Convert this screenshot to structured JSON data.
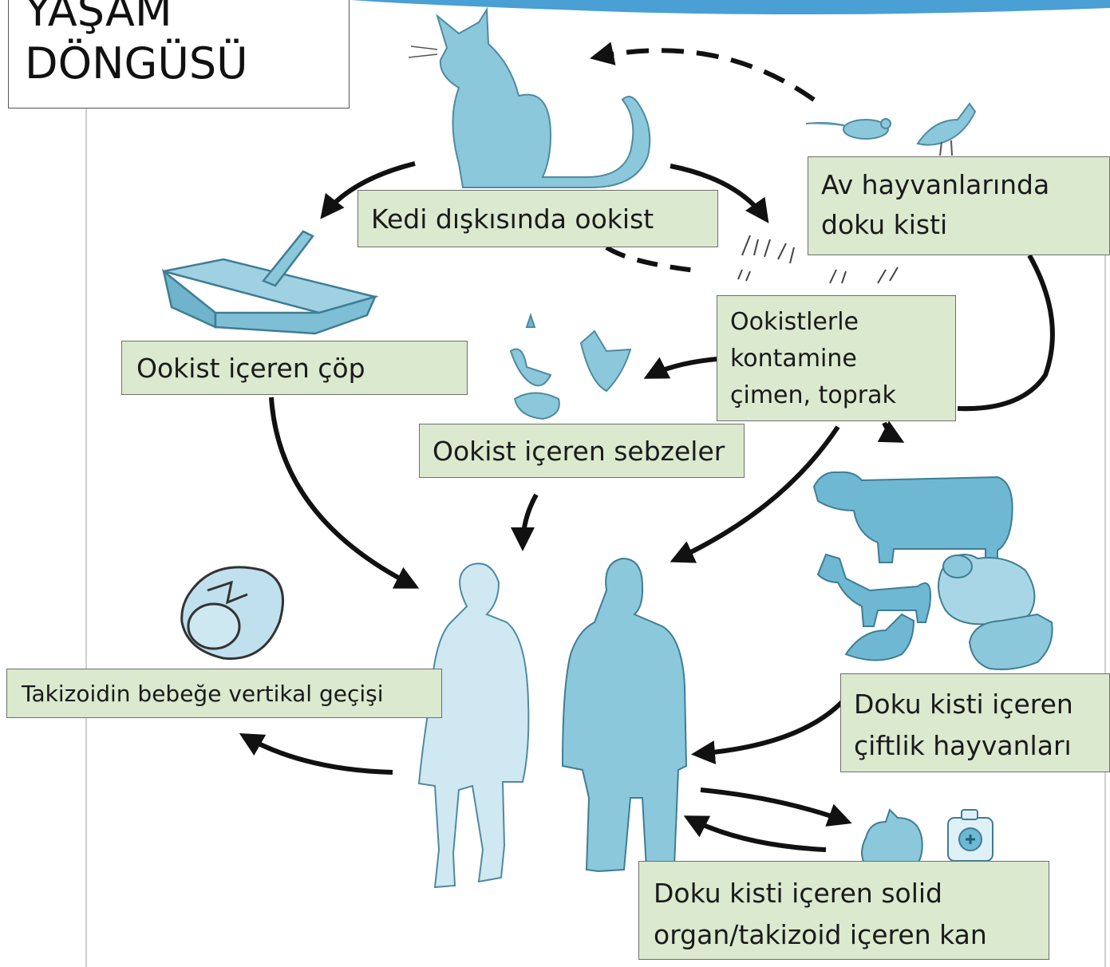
{
  "title": {
    "line1": "YAŞAM",
    "line2": "DÖNGÜSÜ"
  },
  "labels": {
    "cat_feces": "Kedi dışkısında ookist",
    "prey_line1": "Av hayvanlarında",
    "prey_line2": "doku kisti",
    "litter": "Ookist içeren çöp",
    "contaminated_line1": "Ookistlerle",
    "contaminated_line2": "kontamine",
    "contaminated_line3": "çimen, toprak",
    "vegetables": "Ookist içeren sebzeler",
    "vertical": "Takizoidin bebeğe vertikal geçişi",
    "farm_line1": "Doku kisti içeren",
    "farm_line2": "çiftlik hayvanları",
    "organ_line1": "Doku kisti içeren solid",
    "organ_line2": "organ/takizoid içeren kan"
  },
  "icons": [
    "cat-icon",
    "mouse-icon",
    "bird-icon",
    "litter-box-icon",
    "grass-icon",
    "vegetables-icon",
    "cow-icon",
    "goat-icon",
    "sheep-icon",
    "chicken-icon",
    "pig-icon",
    "woman-icon",
    "man-icon",
    "fetus-icon",
    "heart-organ-icon",
    "blood-bag-icon"
  ],
  "colors": {
    "figure_blue": "#8cc8dc",
    "figure_light": "#bfe0ec",
    "label_bg": "#dbe9cf",
    "arrow": "#111111",
    "header_blue": "#4a9fd4"
  }
}
